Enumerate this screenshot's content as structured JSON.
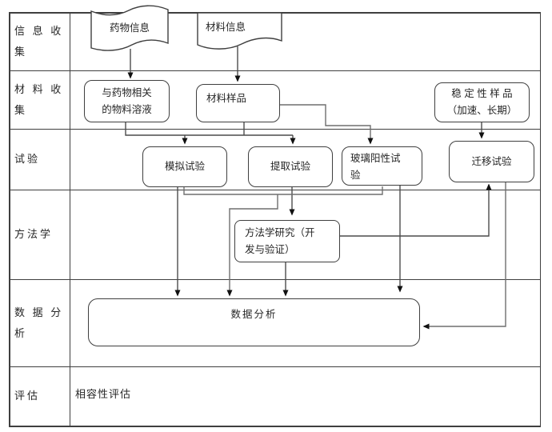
{
  "table": {
    "rows": [
      {
        "id": "info-collection",
        "label": "信 息 收\n集"
      },
      {
        "id": "material-collection",
        "label": "材 料 收\n集"
      },
      {
        "id": "testing",
        "label": "试验"
      },
      {
        "id": "methodology",
        "label": "方法学"
      },
      {
        "id": "data-analysis",
        "label": "数 据 分\n析"
      },
      {
        "id": "evaluation",
        "label": "评估"
      }
    ]
  },
  "nodes": {
    "drug_info": {
      "label": "药物信息",
      "shape": "tape"
    },
    "material_info": {
      "label": "材料信息",
      "shape": "document"
    },
    "drug_solution": {
      "label": "与药物相关\n的物料溶液",
      "shape": "rounded"
    },
    "material_sample": {
      "label": "材料样品",
      "shape": "rounded"
    },
    "stability_sample": {
      "label": "稳 定 性 样 品\n（加速、长期）",
      "shape": "rounded"
    },
    "simulation_test": {
      "label": "模拟试验",
      "shape": "rounded"
    },
    "extraction_test": {
      "label": "提取试验",
      "shape": "rounded"
    },
    "glass_positive_test": {
      "label": "玻璃阳性试\n验",
      "shape": "rounded"
    },
    "migration_test": {
      "label": "迁移试验",
      "shape": "rounded"
    },
    "methodology_study": {
      "label": "方法学研究（开\n发与验证）",
      "shape": "rounded"
    },
    "data_analysis": {
      "label": "数据分析",
      "shape": "rounded"
    },
    "compatibility_evaluation": {
      "label": "相容性评估",
      "shape": "text"
    }
  },
  "colors": {
    "line": "#4c4c4c",
    "line_gray": "#6e6e6e",
    "border": "#3f3f3f",
    "text": "#262626",
    "background": "#ffffff"
  }
}
